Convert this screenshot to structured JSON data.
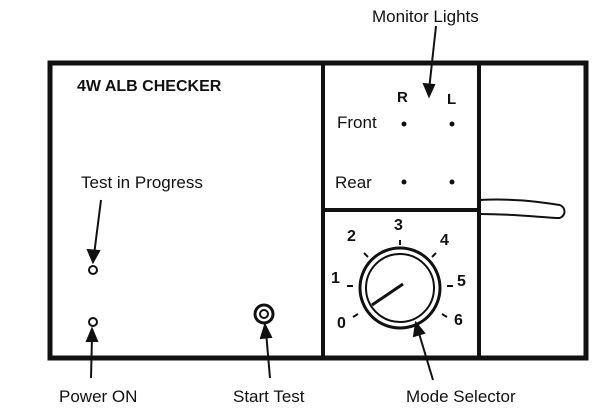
{
  "device": {
    "title": "4W ALB CHECKER",
    "test_in_progress_label": "Test in Progress",
    "front_label": "Front",
    "rear_label": "Rear",
    "right_header": "R",
    "left_header": "L",
    "dial_numbers": [
      "0",
      "1",
      "2",
      "3",
      "4",
      "5",
      "6"
    ]
  },
  "callouts": {
    "monitor_lights": "Monitor Lights",
    "power_on": "Power ON",
    "start_test": "Start Test",
    "mode_selector": "Mode Selector"
  }
}
